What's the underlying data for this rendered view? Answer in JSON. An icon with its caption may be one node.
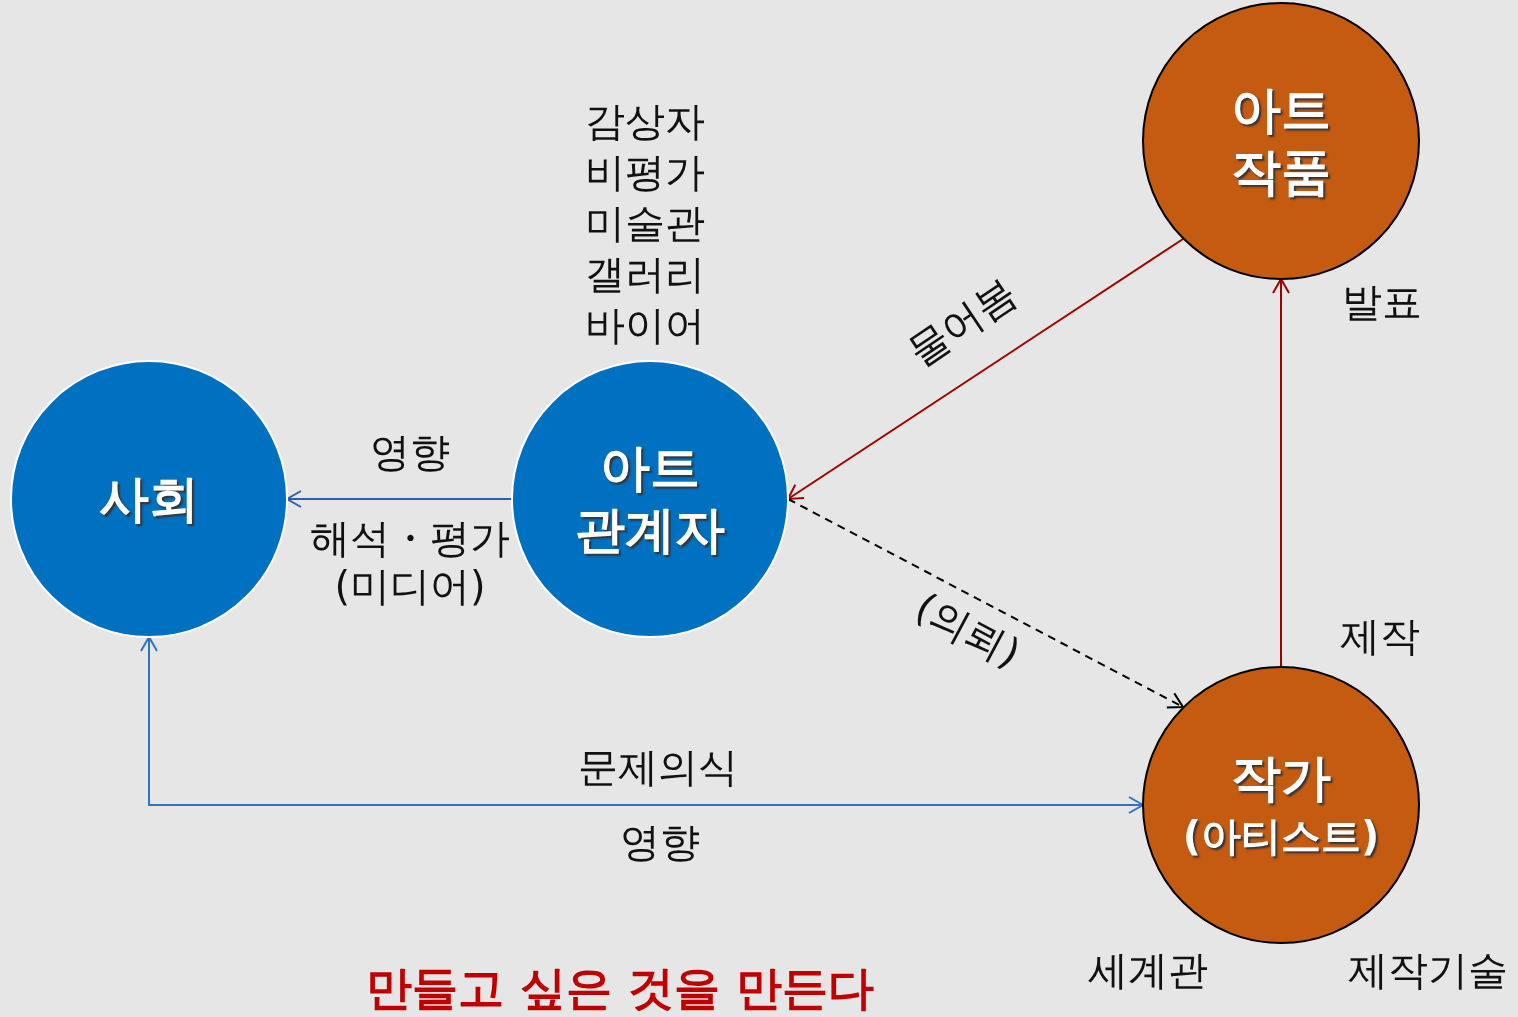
{
  "diagram": {
    "caption": "만들고 싶은 것을 만든다",
    "nodes": [
      {
        "text": [
          "사회"
        ]
      },
      {
        "text": [
          "아트 관계자"
        ],
        "beside": [
          "감상자",
          "비평가",
          "미술관",
          "갤러리",
          "바이어"
        ]
      },
      {
        "text": [
          "아트 작품"
        ],
        "beside": [
          "발표"
        ]
      },
      {
        "text": [
          "작가",
          "(아티스트)"
        ],
        "beside": [
          "제작",
          "세계관",
          "제작기술"
        ]
      }
    ],
    "edges": [
      {
        "from": 1,
        "to": 0,
        "arrow": "to",
        "label": "영향",
        "color": "#2e5fa8"
      },
      {
        "from": 2,
        "to": 1,
        "arrow": "to",
        "label": "물어봄",
        "color": "#a00000"
      },
      {
        "from": 1,
        "to": 3,
        "arrow": "to",
        "label": "(의뢰)",
        "style": "dashed",
        "color": "#000000"
      },
      {
        "from": 3,
        "to": 2,
        "arrow": "to",
        "color": "#a00000"
      },
      {
        "from": 0,
        "to": 3,
        "arrow": "both",
        "color": "#2e75c0"
      }
    ],
    "labels": [
      "해석・평가 (미디어)",
      "문제의식",
      "영향"
    ]
  }
}
